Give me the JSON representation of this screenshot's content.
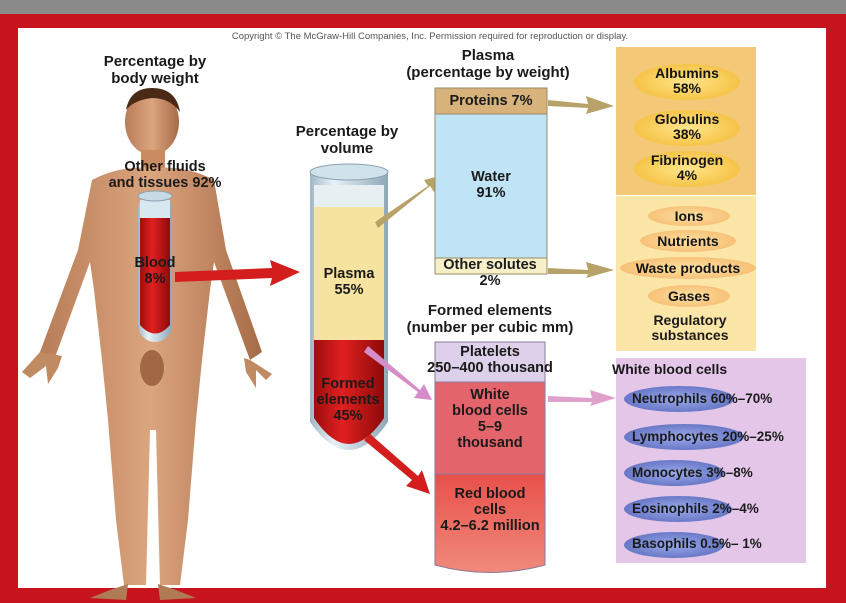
{
  "copyright": "Copyright © The McGraw-Hill Companies, Inc. Permission required for reproduction or display.",
  "body_weight": {
    "title": "Percentage by\nbody weight",
    "other_label": "Other fluids\nand tissues 92%",
    "blood_label": "Blood\n8%"
  },
  "volume": {
    "title": "Percentage by\nvolume",
    "plasma_label": "Plasma\n55%",
    "formed_label": "Formed\nelements\n45%"
  },
  "plasma": {
    "title": "Plasma\n(percentage by weight)",
    "proteins": "Proteins 7%",
    "water": "Water\n91%",
    "other_solutes": "Other solutes\n2%"
  },
  "proteins_list": [
    {
      "name": "Albumins",
      "value": "58%"
    },
    {
      "name": "Globulins",
      "value": "38%"
    },
    {
      "name": "Fibrinogen",
      "value": "4%"
    }
  ],
  "solutes_list": [
    "Ions",
    "Nutrients",
    "Waste products",
    "Gases",
    "Regulatory\nsubstances"
  ],
  "formed": {
    "title": "Formed elements\n(number per cubic mm)",
    "platelets": "Platelets\n250–400 thousand",
    "wbc": "White\nblood cells\n5–9\nthousand",
    "rbc": "Red blood\ncells\n4.2–6.2 million"
  },
  "wbc": {
    "title": "White blood cells",
    "types": [
      "Neutrophils 60%–70%",
      "Lymphocytes 20%–25%",
      "Monocytes 3%–8%",
      "Eosinophils 2%–4%",
      "Basophils 0.5%– 1%"
    ]
  },
  "colors": {
    "frame": "#c8141c",
    "plasma_yellow": "#f6e3a0",
    "blood_red": "#cc1b1b",
    "water_blue": "#bfe4f6",
    "protein_tan": "#d7b27a",
    "wbc_purple": "#6a79c9"
  }
}
